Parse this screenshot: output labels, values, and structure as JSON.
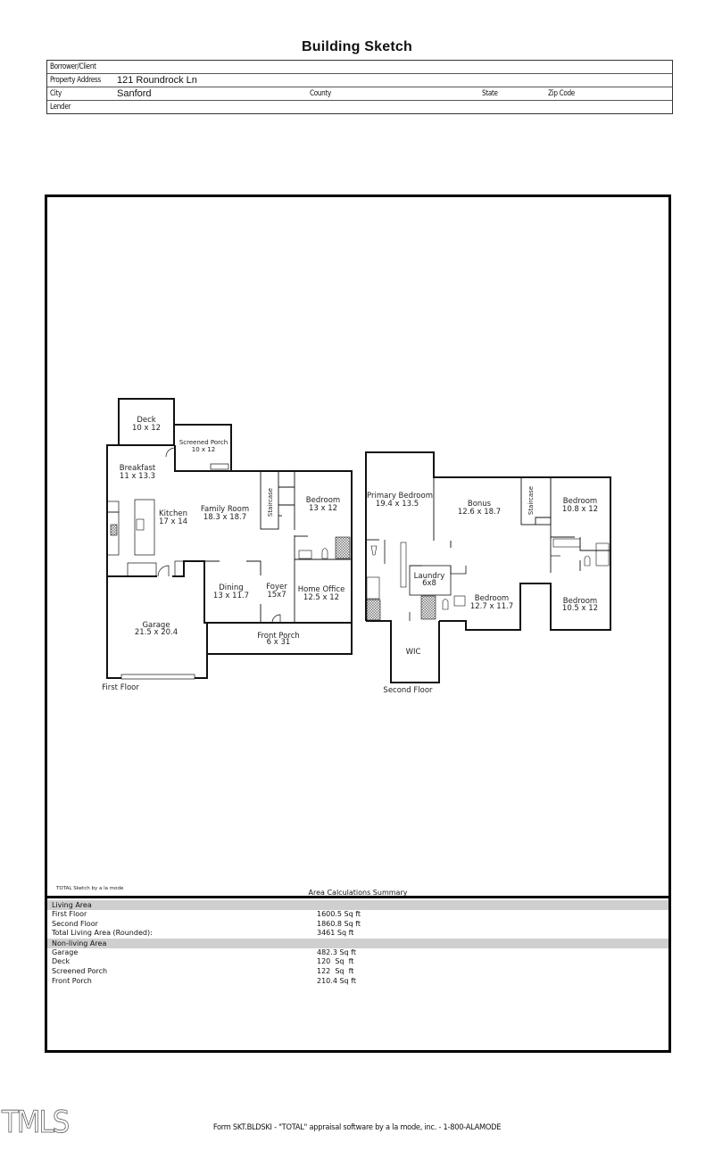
{
  "document": {
    "title": "Building Sketch"
  },
  "info": {
    "borrower_label": "Borrower/Client",
    "borrower_value": "",
    "address_label": "Property Address",
    "address_value": "121 Roundrock Ln",
    "city_label": "City",
    "city_value": "Sanford",
    "county_label": "County",
    "state_label": "State",
    "zip_label": "Zip Code",
    "lender_label": "Lender"
  },
  "sketch": {
    "credit": "TOTAL Sketch by a la mode",
    "first_floor": {
      "label": "First Floor",
      "rooms": [
        {
          "name": "Deck",
          "dims": "10 x 12"
        },
        {
          "name": "Screened Porch",
          "dims": "10 x 12"
        },
        {
          "name": "Breakfast",
          "dims": "11 x 13.3"
        },
        {
          "name": "Kitchen",
          "dims": "17 x 14"
        },
        {
          "name": "Family Room",
          "dims": "18.3 x 18.7"
        },
        {
          "name": "Staircase",
          "dims": ""
        },
        {
          "name": "Bedroom",
          "dims": "13 x 12"
        },
        {
          "name": "Dining",
          "dims": "13 x 11.7"
        },
        {
          "name": "Foyer",
          "dims": "15x7"
        },
        {
          "name": "Home Office",
          "dims": "12.5 x 12"
        },
        {
          "name": "Garage",
          "dims": "21.5 x 20.4"
        },
        {
          "name": "Front Porch",
          "dims": "6 x 31"
        }
      ]
    },
    "second_floor": {
      "label": "Second Floor",
      "rooms": [
        {
          "name": "Primary Bedroom",
          "dims": "19.4 x 13.5"
        },
        {
          "name": "Bonus",
          "dims": "12.6 x 18.7"
        },
        {
          "name": "Staircase",
          "dims": ""
        },
        {
          "name": "Bedroom",
          "dims": "10.8 x 12"
        },
        {
          "name": "Laundry",
          "dims": "6x8"
        },
        {
          "name": "Bedroom",
          "dims": "12.7 x 11.7"
        },
        {
          "name": "Bedroom",
          "dims": "10.5 x 12"
        },
        {
          "name": "WIC",
          "dims": ""
        }
      ]
    }
  },
  "summary": {
    "title": "Area Calculations Summary",
    "living_header": "Living Area",
    "living_rows": [
      {
        "label": "First Floor",
        "value": "1600.5 Sq ft"
      },
      {
        "label": "Second Floor",
        "value": "1860.8 Sq ft"
      },
      {
        "label": "Total Living Area (Rounded):",
        "value": "3461 Sq ft"
      }
    ],
    "nonliving_header": "Non-living Area",
    "nonliving_rows": [
      {
        "label": "Garage",
        "value": "482.3 Sq ft"
      },
      {
        "label": "Deck",
        "value": "120  Sq  ft"
      },
      {
        "label": "Screened Porch",
        "value": "122  Sq  ft"
      },
      {
        "label": "Front Porch",
        "value": "210.4 Sq ft"
      }
    ]
  },
  "footer": {
    "logo": "TMLS",
    "form_text": "Form SKT.BLDSKI - \"TOTAL\" appraisal software by a la mode, inc. - 1-800-ALAMODE"
  }
}
